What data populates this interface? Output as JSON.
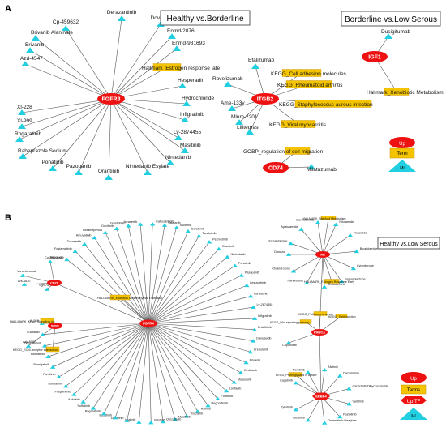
{
  "panels": {
    "a_label": "A",
    "b_label": "B",
    "title_healthy_borderline": "Healthy vs.Borderline",
    "title_borderline_low": "Borderline vs.Low Serous",
    "title_healthy_low": "Healthy vs.Low Serous"
  },
  "legend_a": {
    "up": "Up",
    "term": "Term",
    "mi": "MI"
  },
  "legend_b": {
    "up": "Up",
    "term": "Terms",
    "up_tf": "Up TF",
    "mi": "MI"
  },
  "colors": {
    "up_node": "#ee1111",
    "term_node": "#f5c400",
    "term_border": "#c98f00",
    "drug_node": "#22cfe0",
    "edge": "#555555"
  },
  "panel_a": {
    "fgfr3": {
      "hub": "FGFR3",
      "drugs": [
        "Cp-459632",
        "Derazantinib",
        "Dovitinib",
        "Brivanib Alaninate",
        "Brivanib",
        "Azd-4547",
        "Xl-228",
        "Xl-999",
        "Rogaratinib",
        "Rabeprazole Sodium",
        "Ponatinib",
        "Pazopanib",
        "Orantinib",
        "Nintedanib Esylate",
        "Nintedanib",
        "Masitinib",
        "Ly-2874455",
        "Infigratinib",
        "Hydrochloride",
        "Hesperadin",
        "Enmd-981693",
        "Enmd-2076"
      ],
      "term": "Hallmark_Estrogen response late"
    },
    "itgb2": {
      "hub": "ITGB2",
      "drugs": [
        "Efalizumab",
        "Rovelizumab",
        "Ame-133v",
        "Mlnm-2201",
        "Lifitegrast"
      ],
      "terms": [
        "KEGG_Cell adhesion molecules",
        "KEGG_Rheumatoid arthritis",
        "KEGG_Staphylococcus aureus infection",
        "KEGG_Viral myocarditis"
      ]
    },
    "cd74": {
      "hub": "CD74",
      "term": "GOBP_regulation of cell migration",
      "drug": "Milatuzumab"
    },
    "igf1": {
      "hub": "IGF1",
      "drug": "Dusigitumab",
      "term": "Hallmark_Xenobiotic Metabolism"
    }
  },
  "panel_b": {
    "fgfr4": {
      "hub": "FGFR4",
      "drugs": [
        "Tideglusib",
        "Fostamatinib",
        "Tozasertib",
        "Amuvatinib",
        "Doramapimod",
        "Dovitinib",
        "Gandotinib",
        "Ilorasertib",
        "Cabozantinib",
        "Vatalanib",
        "Sunitinib",
        "Sorafenib",
        "Tandutinib",
        "Pexmetinib",
        "Orantinib",
        "Nintedanib",
        "Ponatinib",
        "Pazopanib",
        "Lestaurtinib",
        "Lenvatinib",
        "Ly-2874455",
        "Infigratinib",
        "Erdafitinib",
        "Danusertib",
        "Crenolanib",
        "Brivanib",
        "Cediranib",
        "Motesanib",
        "Linifanib",
        "Foretinib",
        "Regorafenib",
        "Axitinib",
        "Tivozanib",
        "Masitinib",
        "Quizartinib",
        "Nilotinib",
        "Imatinib",
        "Dasatinib",
        "Bosutinib",
        "Rogaratinib",
        "Sulfatinib",
        "Anlotinib",
        "Fruquintinib",
        "Surufatinib",
        "Famitinib",
        "Pemigatinib",
        "Futibatinib",
        "Derazantinib",
        "Lucitanib",
        "Xl-228"
      ],
      "term": "HALLMARK_Epithelial Mesenchymal Transition"
    },
    "cd70": {
      "hub": "CD70",
      "drugs": [
        "Cusatuzumab",
        "Vorsetuzumab",
        "Ars-1630",
        "Sgn-75"
      ]
    },
    "spp1": {
      "hub": "SPP1",
      "terms": [
        "HALLMARK_KRAS Signaling Up",
        "KEGG_ECM-receptor interaction"
      ],
      "drug": "Ask-8007"
    },
    "ar": {
      "hub": "AR",
      "drugs": [
        "Enzalutamide",
        "Apalutamide",
        "Darolutamide",
        "Nilutamide",
        "Flutamide",
        "Bicalutamide",
        "Cyproterone",
        "Spironolactone",
        "Testosterone",
        "Nandrolone",
        "Oxandrolone",
        "Danazol"
      ],
      "terms": [
        "HALLMARK_Bile Acid Metabolism",
        "HALLMARK_Estrogen Response Early"
      ]
    },
    "pik3ca": {
      "hub": "PIK3CA",
      "terms": [
        "KEGG_Pathways in cancer",
        "KEGG_Tight junction",
        "KEGG_Wnt signaling pathway"
      ],
      "drug": "Copanlisib"
    },
    "erbb4": {
      "hub": "ERBB4",
      "drugs": [
        "Lapatinib",
        "Neratinib",
        "Afatinib",
        "Dacomitinib",
        "Canertinib Dihydrochloride",
        "Varlitinib",
        "Poziotinib",
        "Osimertinib Mesylate",
        "Tucatinib",
        "Pyrotinib"
      ],
      "term": "KEGG_Proteoglycans in cancer"
    }
  }
}
